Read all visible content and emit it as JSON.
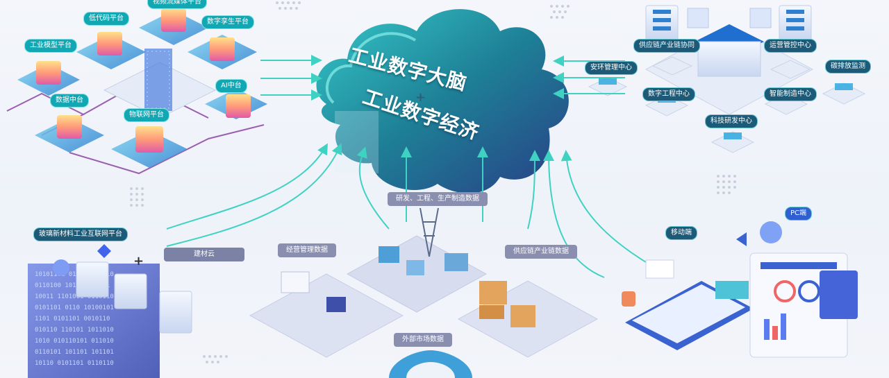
{
  "cloud": {
    "title_line1": "工业数字大脑",
    "plus": "+",
    "title_line2": "工业数字经济"
  },
  "platforms_left": {
    "top_cut": "视频流媒体平台",
    "lowcode": "低代码平台",
    "twin": "数字孪生平台",
    "model": "工业模型平台",
    "ai": "AI中台",
    "data": "数据中台",
    "iot": "物联网平台"
  },
  "centers_right": {
    "supply_collab": "供应链产业链协同",
    "ops": "运营管控中心",
    "safety": "安环管理中心",
    "carbon": "碳排放监测",
    "digital_eng": "数字工程中心",
    "smart_mfg": "智能制造中心",
    "rnd": "科技研发中心"
  },
  "bottom": {
    "glass_platform": "玻璃新材料工业互联网平台",
    "building_cloud": "建材云",
    "business_data": "经营管理数据",
    "rnd_data": "研发、工程、生产制造数据",
    "supply_data": "供应链产业链数据",
    "market_data": "外部市场数据",
    "mobile": "移动端",
    "pc": "PC端",
    "plus_sign": "+"
  },
  "colors": {
    "cloud": "#1f7f93",
    "cloud_top": "#2fc3c8",
    "arrow": "#3fd2c2",
    "line_purple": "#9b5fb0",
    "accent_teal": "#11a8b4"
  }
}
